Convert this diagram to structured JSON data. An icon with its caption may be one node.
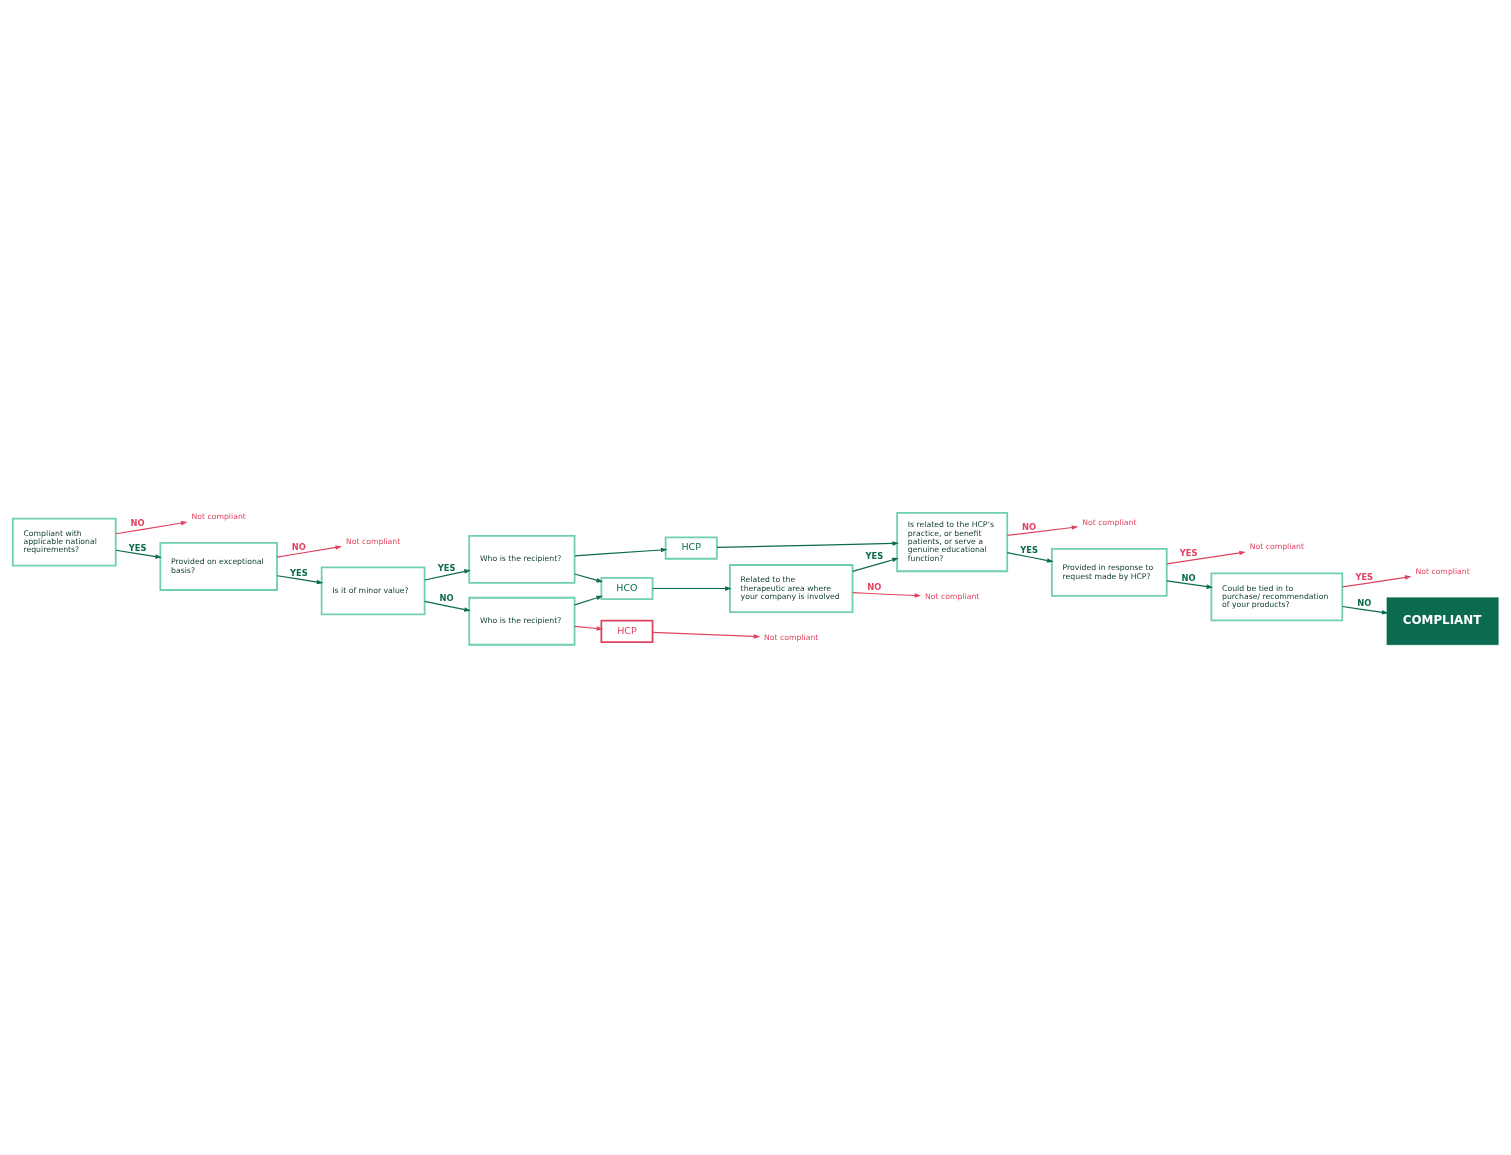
{
  "diagram": {
    "nodes": [
      {
        "text": [
          "Compliant with applicable national requirements?"
        ]
      },
      {
        "text": [
          "Not compliant"
        ]
      },
      {
        "text": [
          "Provided on exceptional basis?"
        ]
      },
      {
        "text": [
          "Not compliant"
        ]
      },
      {
        "text": [
          "Is it of minor value?"
        ]
      },
      {
        "text": [
          "Who is the recipient?"
        ]
      },
      {
        "text": [
          "HCP"
        ]
      },
      {
        "text": [
          "Who is the recipient?"
        ]
      },
      {
        "text": [
          "HCO"
        ]
      },
      {
        "text": [
          "HCP"
        ]
      },
      {
        "text": [
          "Not compliant"
        ]
      },
      {
        "text": [
          "Related to the therapeutic area where your company is involved"
        ]
      },
      {
        "text": [
          "Not compliant"
        ]
      },
      {
        "text": [
          "Is related to the HCP’s practice, or benefit patients, or serve a genuine educational function?"
        ]
      },
      {
        "text": [
          "Not compliant"
        ]
      },
      {
        "text": [
          "Provided in response to request made by HCP?"
        ]
      },
      {
        "text": [
          "Not compliant"
        ]
      },
      {
        "text": [
          "Could be tied in to purchase/ recommendation of your products?"
        ]
      },
      {
        "text": [
          "Not compliant"
        ]
      },
      {
        "text": [
          "COMPLIANT"
        ]
      }
    ],
    "edges": [
      {
        "from": 0,
        "to": 1,
        "arrow": "to",
        "label": "NO",
        "color": "#e0435f"
      },
      {
        "from": 0,
        "to": 2,
        "arrow": "to",
        "label": "YES"
      },
      {
        "from": 2,
        "to": 3,
        "arrow": "to",
        "label": "NO",
        "color": "#e0435f"
      },
      {
        "from": 2,
        "to": 4,
        "arrow": "to",
        "label": "YES"
      },
      {
        "from": 4,
        "to": 7,
        "arrow": "to",
        "label": "NO"
      },
      {
        "from": 4,
        "to": 5,
        "arrow": "to",
        "label": "YES"
      },
      {
        "from": 5,
        "to": 6,
        "arrow": "to"
      },
      {
        "from": 5,
        "to": 8,
        "arrow": "to"
      },
      {
        "from": 7,
        "to": 8,
        "arrow": "to"
      },
      {
        "from": 7,
        "to": 9,
        "arrow": "to",
        "color": "#e0435f"
      },
      {
        "from": 9,
        "to": 10,
        "arrow": "to",
        "color": "#e0435f"
      },
      {
        "from": 6,
        "to": 13,
        "arrow": "to"
      },
      {
        "from": 8,
        "to": 11,
        "arrow": "to"
      },
      {
        "from": 11,
        "to": 12,
        "arrow": "to",
        "label": "NO",
        "color": "#e0435f"
      },
      {
        "from": 11,
        "to": 13,
        "arrow": "to",
        "label": "YES"
      },
      {
        "from": 13,
        "to": 14,
        "arrow": "to",
        "label": "NO",
        "color": "#e0435f"
      },
      {
        "from": 13,
        "to": 15,
        "arrow": "to",
        "label": "YES"
      },
      {
        "from": 15,
        "to": 16,
        "arrow": "to",
        "label": "YES",
        "color": "#e0435f"
      },
      {
        "from": 15,
        "to": 17,
        "arrow": "to",
        "label": "NO"
      },
      {
        "from": 17,
        "to": 18,
        "arrow": "to",
        "label": "YES",
        "color": "#e0435f"
      },
      {
        "from": 17,
        "to": 19,
        "arrow": "to",
        "label": "NO"
      }
    ]
  }
}
